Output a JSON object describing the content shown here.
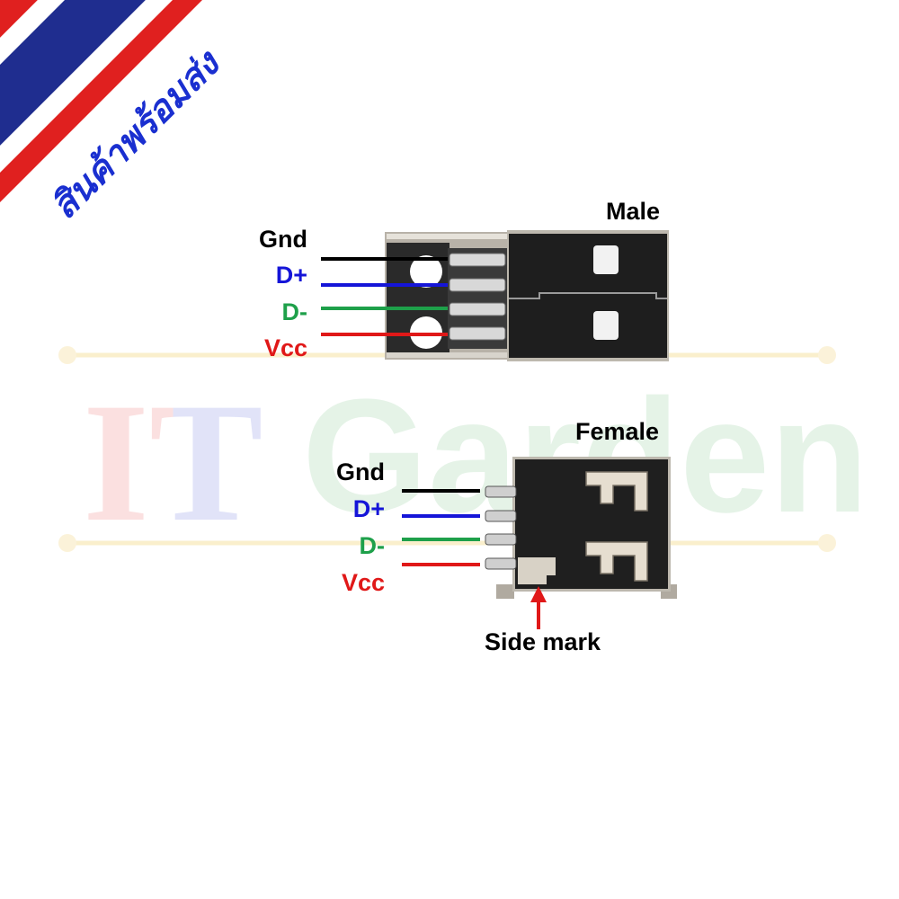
{
  "banner": {
    "text": "สินค้าพร้อมส่ง"
  },
  "watermark": {
    "part1": "IT",
    "part2": "Garden"
  },
  "male": {
    "title": "Male",
    "pins": [
      {
        "label": "Gnd",
        "color": "#000000"
      },
      {
        "label": "D+",
        "color": "#1515d8"
      },
      {
        "label": "D-",
        "color": "#1ea04a"
      },
      {
        "label": "Vcc",
        "color": "#e01818"
      }
    ]
  },
  "female": {
    "title": "Female",
    "side_mark": "Side mark",
    "pins": [
      {
        "label": "Gnd",
        "color": "#000000"
      },
      {
        "label": "D+",
        "color": "#1515d8"
      },
      {
        "label": "D-",
        "color": "#1ea04a"
      },
      {
        "label": "Vcc",
        "color": "#e01818"
      }
    ]
  },
  "colors": {
    "banner_red": "#e0201f",
    "banner_blue": "#1f2d8f",
    "watermark_line": "#f6e2a4",
    "arrow": "#e01818"
  }
}
